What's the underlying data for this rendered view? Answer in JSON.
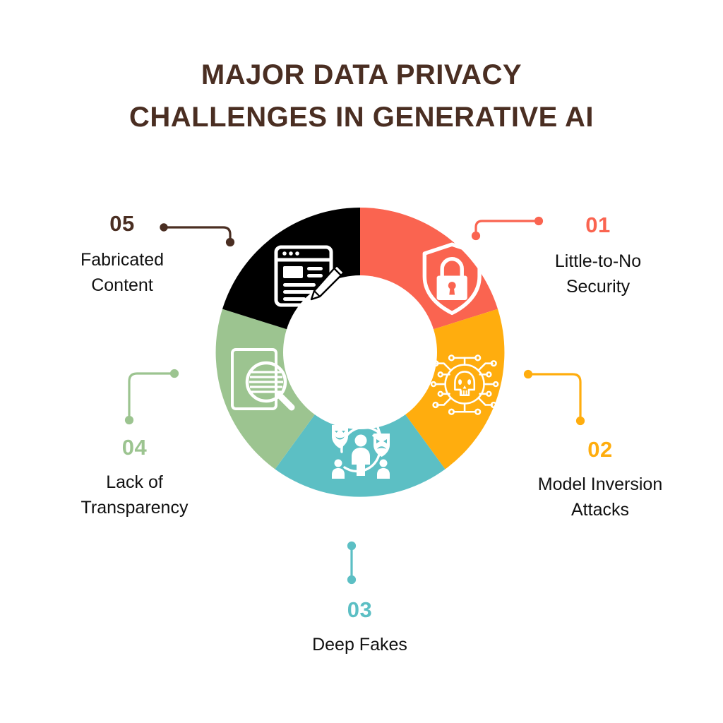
{
  "title": {
    "line1": "MAJOR DATA PRIVACY",
    "line2": "CHALLENGES IN GENERATIVE AI",
    "color": "#4A2E22"
  },
  "chart_data": {
    "type": "pie",
    "title": "MAJOR DATA PRIVACY CHALLENGES IN GENERATIVE AI",
    "subtitle": "",
    "xlabel": "",
    "ylabel": "",
    "legend_position": "around-chart",
    "grid": false,
    "donut_hole_ratio": 0.53,
    "categories": [
      "Little-to-No Security",
      "Model Inversion Attacks",
      "Deep Fakes",
      "Lack of Transparency",
      "Fabricated Content"
    ],
    "values": [
      20,
      20,
      20,
      20,
      20
    ],
    "colors": [
      "#FA6450",
      "#FFAD0E",
      "#5CBFC4",
      "#9CC490",
      "#000000"
    ],
    "start_angle_deg": 0,
    "annotations": [
      "01",
      "02",
      "03",
      "04",
      "05"
    ]
  },
  "segments": [
    {
      "number": "01",
      "label_line1": "Little-to-No",
      "label_line2": "Security",
      "color": "#FA6450",
      "icon": "shield-lock-icon",
      "start_deg": 0,
      "end_deg": 72
    },
    {
      "number": "02",
      "label_line1": "Model Inversion",
      "label_line2": "Attacks",
      "color": "#FFAD0E",
      "icon": "circuit-skull-icon",
      "start_deg": 72,
      "end_deg": 144
    },
    {
      "number": "03",
      "label_line1": "Deep Fakes",
      "label_line2": "",
      "color": "#5CBFC4",
      "icon": "deepfake-masks-icon",
      "start_deg": 144,
      "end_deg": 216
    },
    {
      "number": "04",
      "label_line1": "Lack of",
      "label_line2": "Transparency",
      "color": "#9CC490",
      "icon": "document-magnifier-icon",
      "start_deg": 216,
      "end_deg": 288
    },
    {
      "number": "05",
      "label_line1": "Fabricated",
      "label_line2": "Content",
      "color": "#000000",
      "icon": "browser-pencil-icon",
      "start_deg": 288,
      "end_deg": 360
    }
  ],
  "palette": {
    "background": "#FFFFFF",
    "text": "#111111",
    "brand_brown": "#4A2E22",
    "coral": "#FA6450",
    "amber": "#FFAD0E",
    "teal": "#5CBFC4",
    "sage": "#9CC490",
    "black": "#000000"
  }
}
